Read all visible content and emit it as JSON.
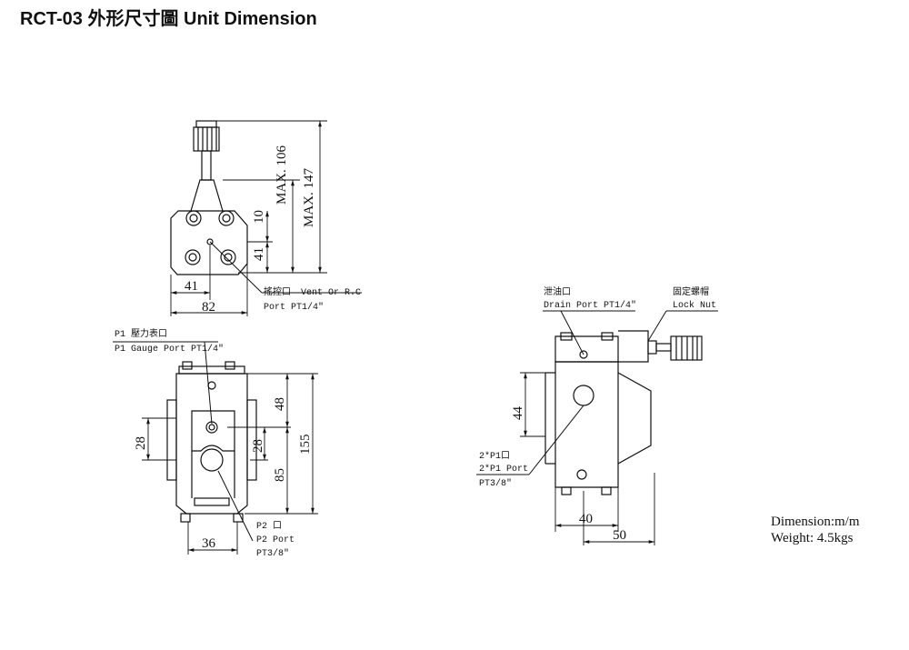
{
  "title": "RCT-03 外形尺寸圖  Unit Dimension",
  "top_view": {
    "dims": {
      "max106": "MAX. 106",
      "max147": "MAX. 147",
      "d10": "10",
      "d41v": "41",
      "d41h": "41",
      "d82": "82"
    },
    "vent_label_cn": "搖控口",
    "vent_label_en": "Vent Or R.C",
    "vent_port": "Port PT1/4\""
  },
  "front_view": {
    "gauge_label": "P1 壓力表口",
    "gauge_port": "P1 Gauge Port PT1/4\"",
    "dims": {
      "d28l": "28",
      "d48": "48",
      "d28r": "28",
      "d85": "85",
      "d155": "155",
      "d36": "36"
    },
    "p2_cn": "P2 口",
    "p2_en": "P2 Port",
    "p2_size": "PT3/8\""
  },
  "side_view": {
    "drain_cn": "泄油口",
    "drain_en": "Drain Port PT1/4\"",
    "locknut_cn": "固定螺帽",
    "locknut_en": "Lock Nut",
    "p1_cn": "2*P1口",
    "p1_en": "2*P1 Port",
    "p1_size": "PT3/8\"",
    "dims": {
      "d44": "44",
      "d40": "40",
      "d50": "50"
    }
  },
  "specs": {
    "dimension": "Dimension:m/m",
    "weight": "Weight: 4.5kgs"
  }
}
